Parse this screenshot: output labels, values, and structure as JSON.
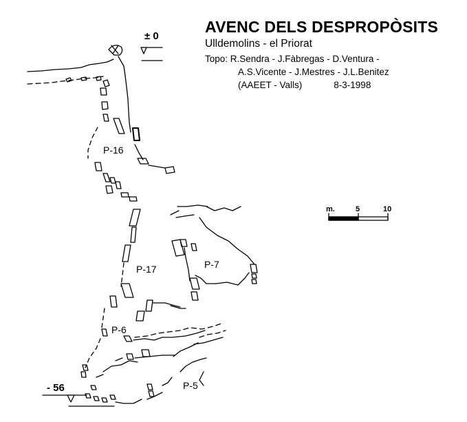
{
  "header": {
    "title": "AVENC DELS DESPROPÒSITS",
    "subtitle": "Ulldemolins - el Priorat",
    "topo_line1": "Topo: R.Sendra - J.Fàbregas - D.Ventura -",
    "topo_line2": "A.S.Vicente - J.Mestres - J.L.Benitez",
    "topo_line3": "(AAEET - Valls)",
    "date": "8-3-1998"
  },
  "depths": {
    "top": "± 0",
    "bottom": "- 56"
  },
  "pitches": [
    "P-16",
    "P-17",
    "P-7",
    "P-6",
    "P-5"
  ],
  "scale": {
    "unit": "m.",
    "mid": "5",
    "max": "10"
  },
  "colors": {
    "ink": "#000000",
    "paper": "#ffffff"
  }
}
